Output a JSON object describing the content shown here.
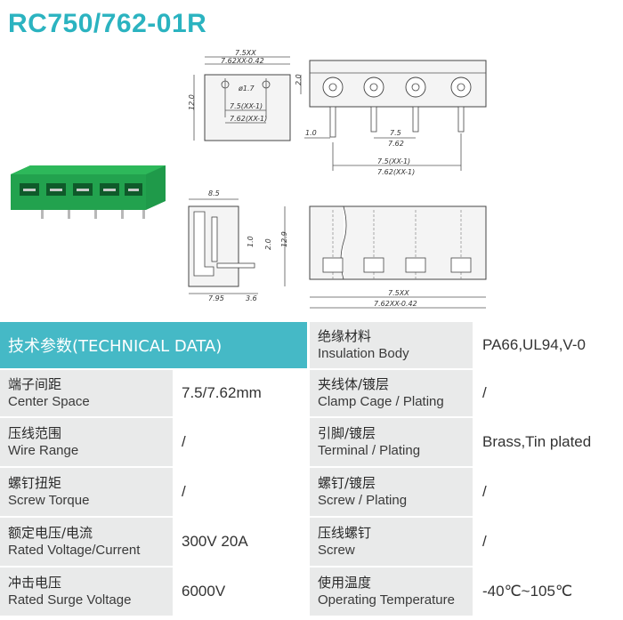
{
  "title": "RC750/762-01R",
  "drawing_labels": {
    "top_w1": "7.5XX",
    "top_w2": "7.62XX-0.42",
    "top_h": "12.0",
    "hole_d": "ø1.7",
    "top_p1": "7.5(XX-1)",
    "top_p2": "7.62(XX-1)",
    "top_side": "2.0",
    "front_off": "1.0",
    "front_pitch1": "7.5",
    "front_pitch2": "7.62",
    "front_w1": "7.5(XX-1)",
    "front_w2": "7.62(XX-1)",
    "side_w": "8.5",
    "side_h": "12.9",
    "side_a": "1.0",
    "side_b": "2.0",
    "side_c": "7.95",
    "side_d": "3.6",
    "back_w1": "7.5XX",
    "back_w2": "7.62XX-0.42"
  },
  "table": {
    "header": "技术参数(TECHNICAL DATA)",
    "top_right": {
      "cn": "绝缘材料",
      "en": "Insulation Body",
      "value": "PA66,UL94,V-0"
    },
    "rows": [
      {
        "l_cn": "端子间距",
        "l_en": "Center Space",
        "l_val": "7.5/7.62mm",
        "r_cn": "夹线体/镀层",
        "r_en": "Clamp Cage / Plating",
        "r_val": "/"
      },
      {
        "l_cn": "压线范围",
        "l_en": "Wire Range",
        "l_val": "/",
        "r_cn": "引脚/镀层",
        "r_en": "Terminal / Plating",
        "r_val": "Brass,Tin plated"
      },
      {
        "l_cn": "螺钉扭矩",
        "l_en": "Screw Torque",
        "l_val": "/",
        "r_cn": "螺钉/镀层",
        "r_en": "Screw / Plating",
        "r_val": "/"
      },
      {
        "l_cn": "额定电压/电流",
        "l_en": "Rated Voltage/Current",
        "l_val": "300V 20A",
        "r_cn": "压线螺钉",
        "r_en": "Screw",
        "r_val": "/"
      },
      {
        "l_cn": "冲击电压",
        "l_en": "Rated Surge Voltage",
        "l_val": "6000V",
        "r_cn": "使用温度",
        "r_en": "Operating Temperature",
        "r_val": "-40℃~105℃"
      }
    ]
  },
  "colors": {
    "accent": "#2bb3c0",
    "header_bg": "#45b9c6",
    "label_bg": "#e9eaea",
    "product_green": "#1f9a4a"
  }
}
